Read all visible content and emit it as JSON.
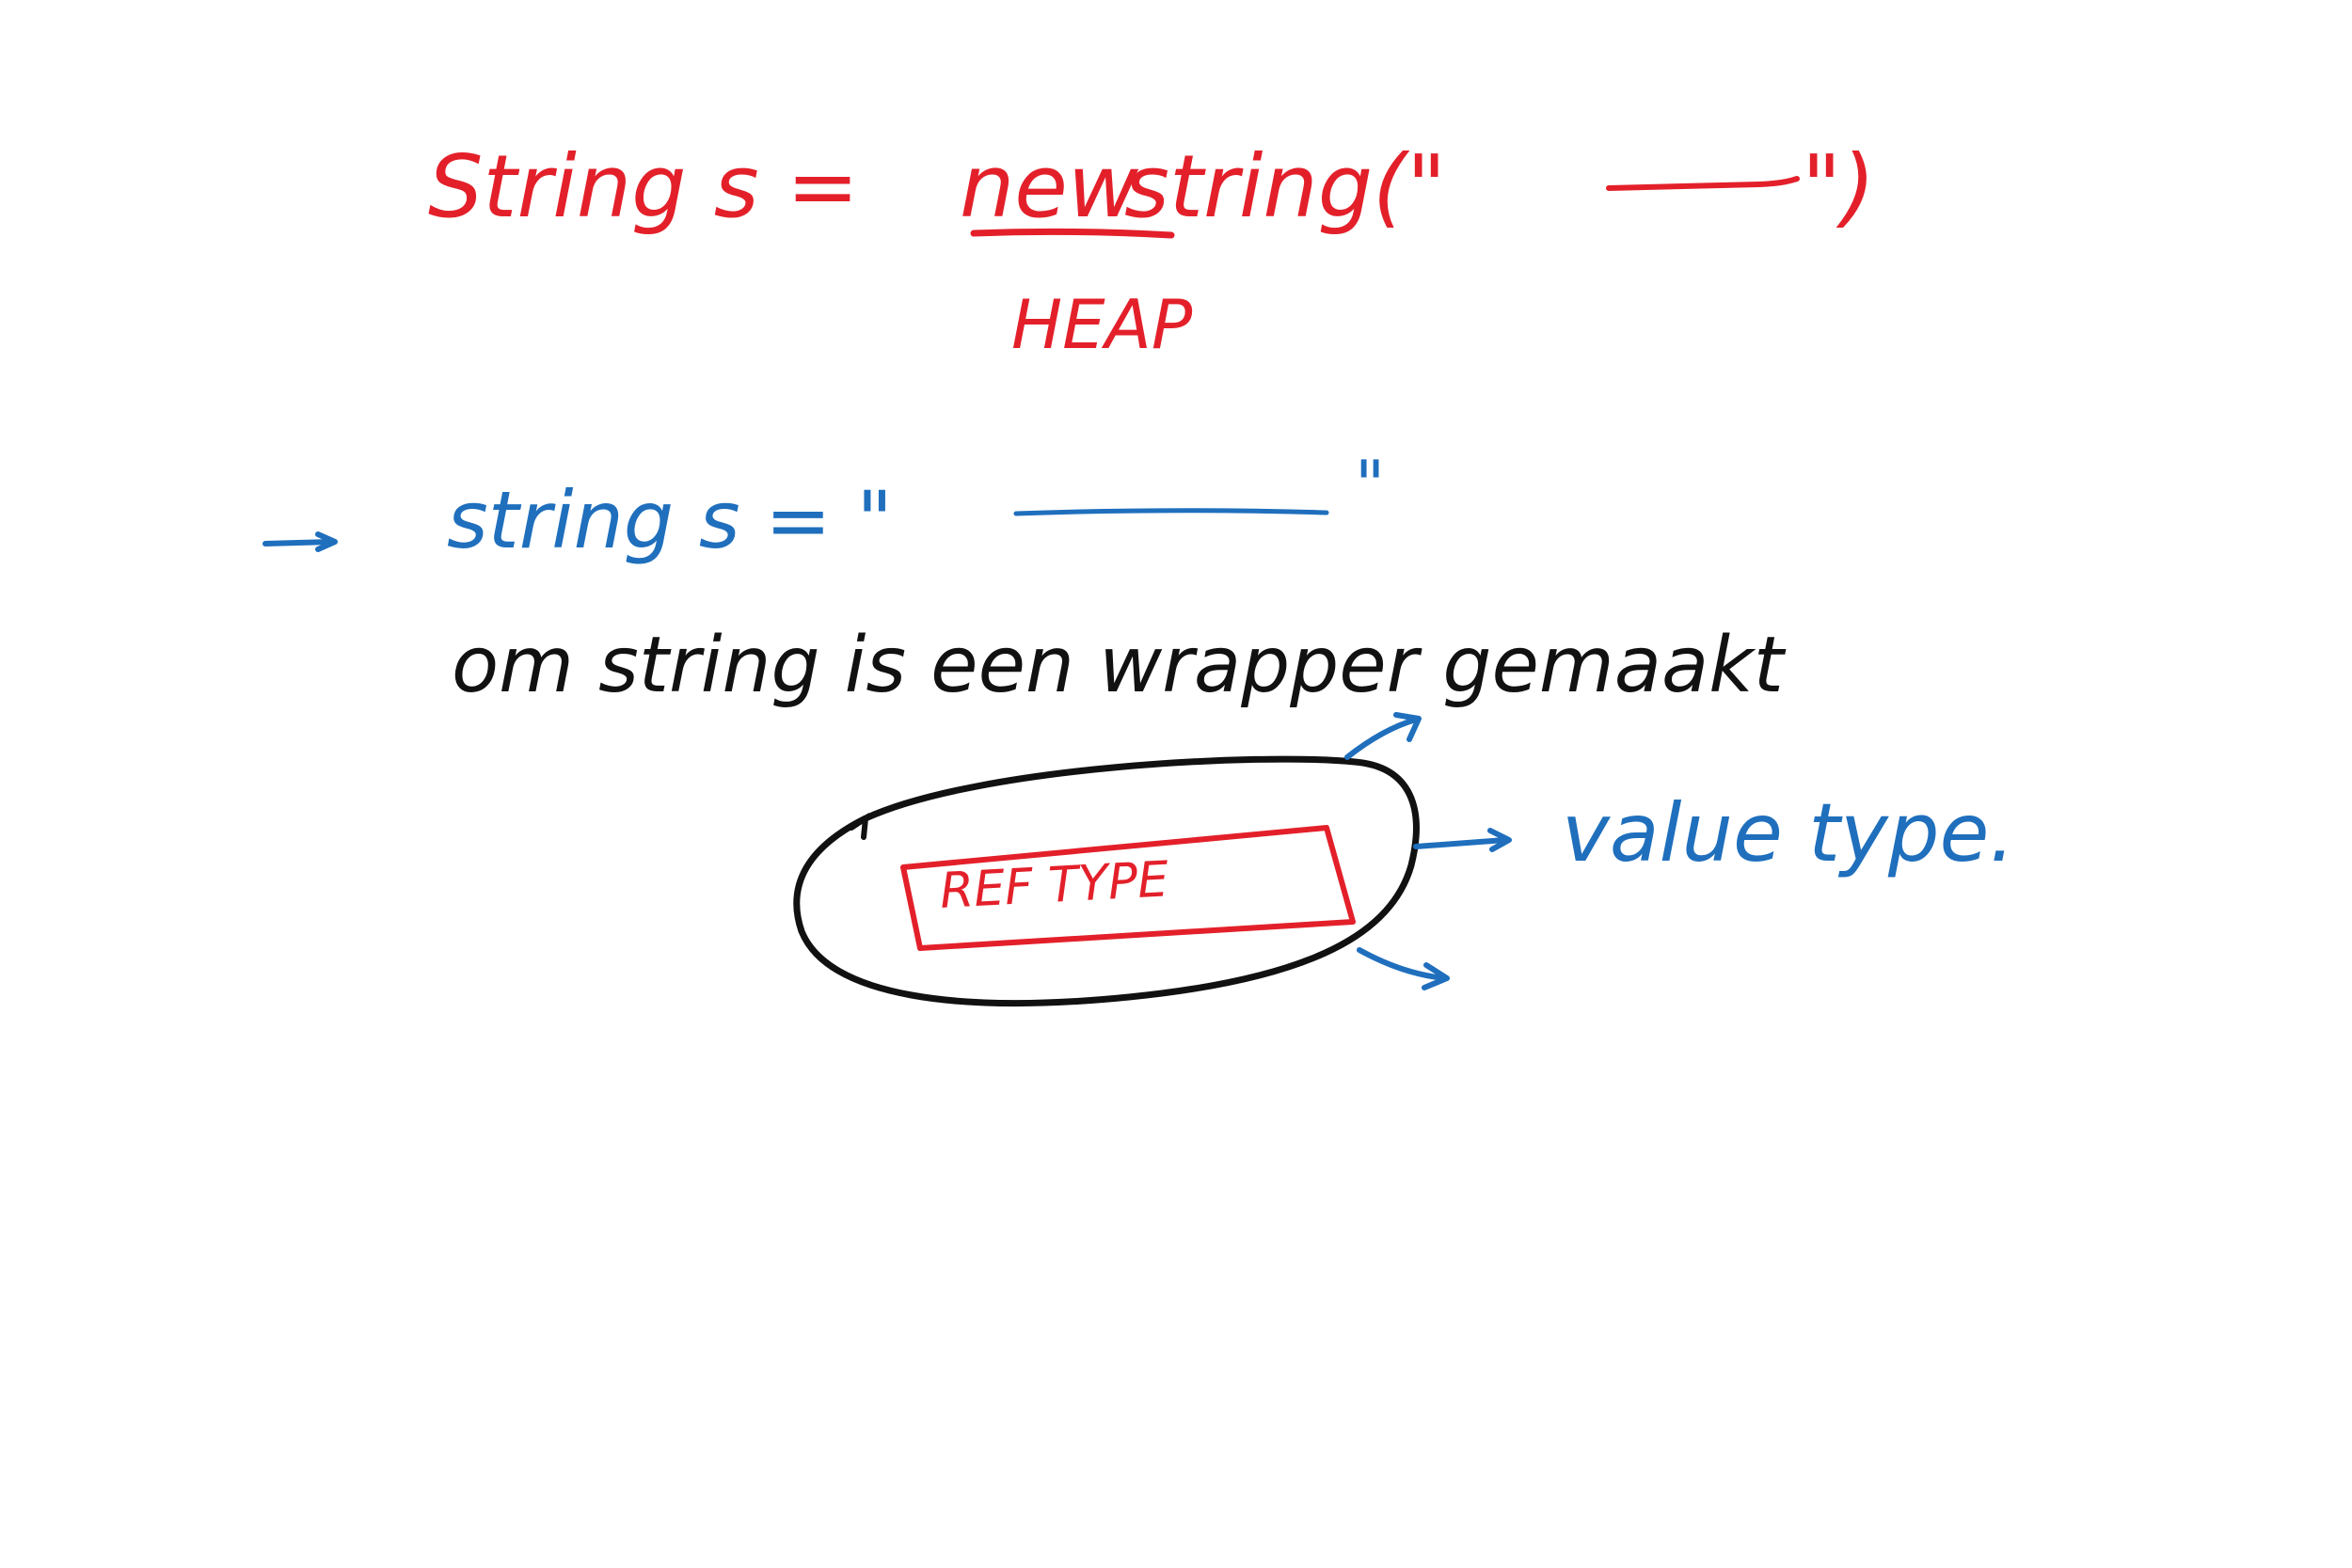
{
  "colors": {
    "red": "#e3202a",
    "blue": "#1f6fbd",
    "black": "#111111",
    "background": "#ffffff"
  },
  "line1": {
    "prefix": "String s = ",
    "keyword": "new",
    "suffix": " string(\"",
    "close": "\")"
  },
  "heap_label": "HEAP",
  "line2": {
    "text": "string s = \"",
    "close": "\""
  },
  "line3": {
    "text": "om string is een wrapper gemaakt"
  },
  "diagram": {
    "inner_label": "REF TYPE",
    "target_label": "value type."
  }
}
